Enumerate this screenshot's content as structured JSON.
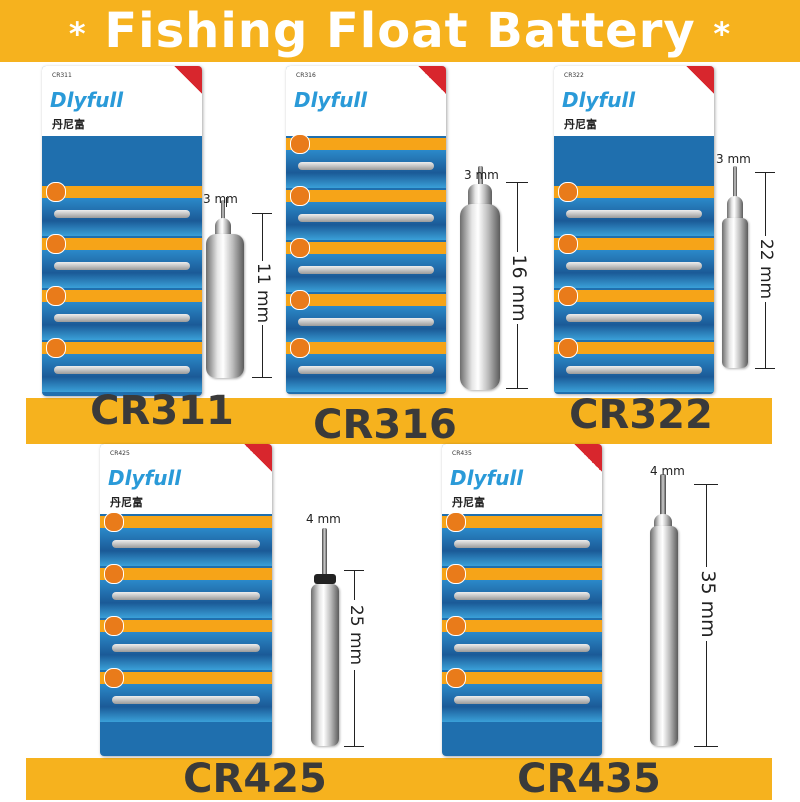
{
  "title": {
    "star_left": "*",
    "text": "Fishing Float Battery",
    "star_right": "*"
  },
  "card_text": {
    "brand": "Dlyfull",
    "brand_cn": "丹尼富"
  },
  "products": [
    {
      "model": "CR311",
      "diameter": "3 mm",
      "length": "11 mm"
    },
    {
      "model": "CR316",
      "diameter": "3 mm",
      "length": "16 mm"
    },
    {
      "model": "CR322",
      "diameter": "3 mm",
      "length": "22 mm"
    },
    {
      "model": "CR425",
      "diameter": "4 mm",
      "length": "25 mm"
    },
    {
      "model": "CR435",
      "diameter": "4 mm",
      "length": "35 mm"
    }
  ],
  "colors": {
    "accent": "#f6b21e",
    "card_blue": "#1f6fae",
    "card_orange": "#f6a418",
    "brand_blue": "#2a9ad8"
  }
}
